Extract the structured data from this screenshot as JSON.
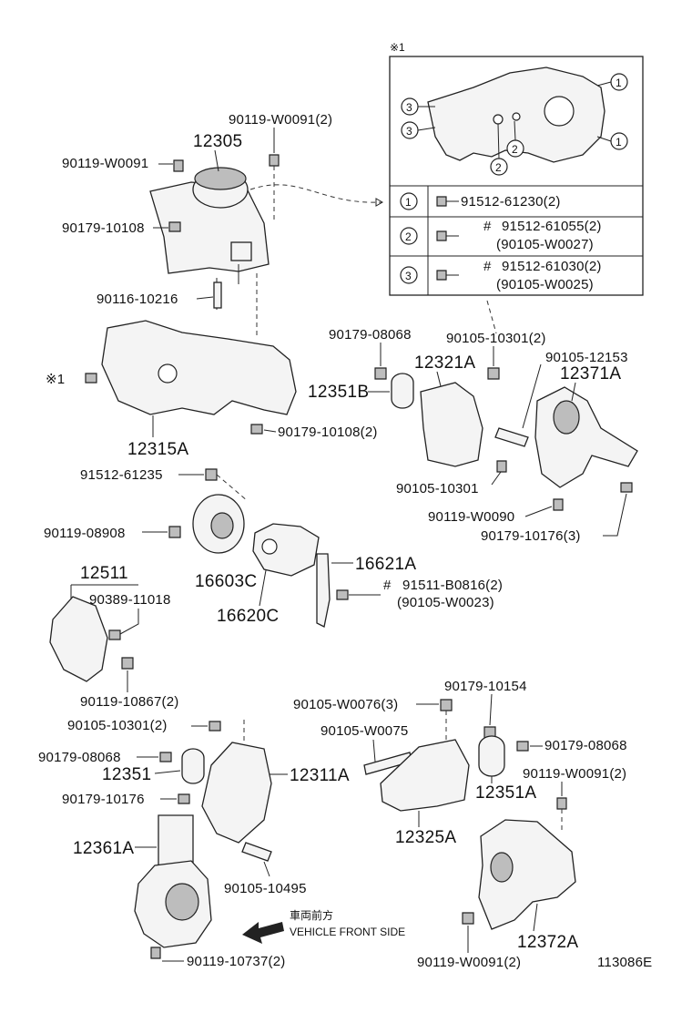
{
  "detail": {
    "note_mark": "※1",
    "table_rows": [
      {
        "mark": "1",
        "hash": "",
        "part": "91512-61230(2)",
        "alt": ""
      },
      {
        "mark": "2",
        "hash": "#",
        "part": "91512-61055(2)",
        "alt": "(90105-W0027)"
      },
      {
        "mark": "3",
        "hash": "#",
        "part": "91512-61030(2)",
        "alt": "(90105-W0025)"
      }
    ]
  },
  "labels": {
    "p_90119_w0091_2_top": "90119-W0091(2)",
    "p_12305": "12305",
    "p_90119_w0091_left": "90119-W0091",
    "p_90179_10108": "90179-10108",
    "p_90116_10216": "90116-10216",
    "p_note1": "※1",
    "p_12315a": "12315A",
    "p_90179_10108_2": "90179-10108(2)",
    "p_90179_08068_top": "90179-08068",
    "p_90105_10301_2_top": "90105-10301(2)",
    "p_90105_12153": "90105-12153",
    "p_12371a": "12371A",
    "p_12321a": "12321A",
    "p_12351b": "12351B",
    "p_90105_10301": "90105-10301",
    "p_90119_w0090": "90119-W0090",
    "p_90179_10176_3": "90179-10176(3)",
    "p_91512_61235": "91512-61235",
    "p_90119_08908": "90119-08908",
    "p_16603c": "16603C",
    "p_16620c": "16620C",
    "p_16621a": "16621A",
    "p_hash": "#",
    "p_91511_b0816_2": "91511-B0816(2)",
    "p_90105_w0023": "(90105-W0023)",
    "p_12511": "12511",
    "p_90389_11018": "90389-11018",
    "p_90119_10867_2": "90119-10867(2)",
    "p_90105_10301_2_mid": "90105-10301(2)",
    "p_90179_08068_left": "90179-08068",
    "p_12351": "12351",
    "p_90179_10176": "90179-10176",
    "p_12311a": "12311A",
    "p_12361a": "12361A",
    "p_90105_10495": "90105-10495",
    "p_90119_10737_2": "90119-10737(2)",
    "p_vehicle_jp": "車両前方",
    "p_vehicle_en": "VEHICLE FRONT SIDE",
    "p_90105_w0076_3": "90105-W0076(3)",
    "p_90179_10154": "90179-10154",
    "p_90105_w0075": "90105-W0075",
    "p_90179_08068_right": "90179-08068",
    "p_90119_w0091_2_right": "90119-W0091(2)",
    "p_12351a": "12351A",
    "p_12325a": "12325A",
    "p_12372a": "12372A",
    "p_90119_w0091_2_bottom": "90119-W0091(2)",
    "p_ref_code": "113086E"
  }
}
